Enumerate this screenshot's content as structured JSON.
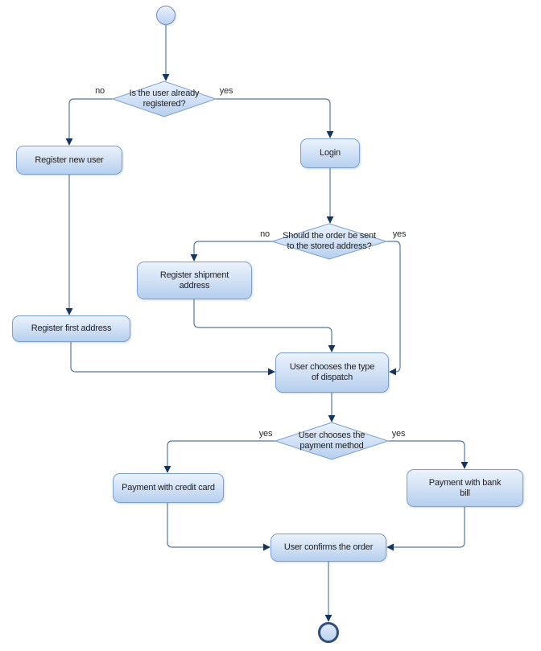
{
  "diagram": {
    "type": "flowchart",
    "nodes": {
      "start": {
        "shape": "start-circle"
      },
      "decision_registered": {
        "shape": "decision",
        "label": "Is the user already\nregistered?"
      },
      "register_new_user": {
        "shape": "process",
        "label": "Register new user"
      },
      "login": {
        "shape": "process",
        "label": "Login"
      },
      "decision_stored_address": {
        "shape": "decision",
        "label": "Should the order be sent\nto the stored address?"
      },
      "register_shipment_address": {
        "shape": "process",
        "label": "Register shipment\naddress"
      },
      "register_first_address": {
        "shape": "process",
        "label": "Register first address"
      },
      "choose_dispatch": {
        "shape": "process",
        "label": "User chooses the type\nof dispatch"
      },
      "decision_payment": {
        "shape": "decision",
        "label": "User chooses the\npayment method"
      },
      "payment_credit_card": {
        "shape": "process",
        "label": "Payment with credit card"
      },
      "payment_bank_bill": {
        "shape": "process",
        "label": "Payment with bank\nbill"
      },
      "confirm_order": {
        "shape": "process",
        "label": "User confirms the order"
      },
      "end": {
        "shape": "end-circle"
      }
    },
    "edge_labels": {
      "registered_no": "no",
      "registered_yes": "yes",
      "stored_no": "no",
      "stored_yes": "yes",
      "payment_left": "yes",
      "payment_right": "yes"
    },
    "colors": {
      "node_fill_top": "#eaf2fc",
      "node_fill_bottom": "#b5cfee",
      "node_border": "#7ba0cc",
      "edge_line": "#56779e",
      "arrowhead": "#14355f",
      "end_ring": "#2f4e7d",
      "text": "#1f1f1f"
    }
  }
}
